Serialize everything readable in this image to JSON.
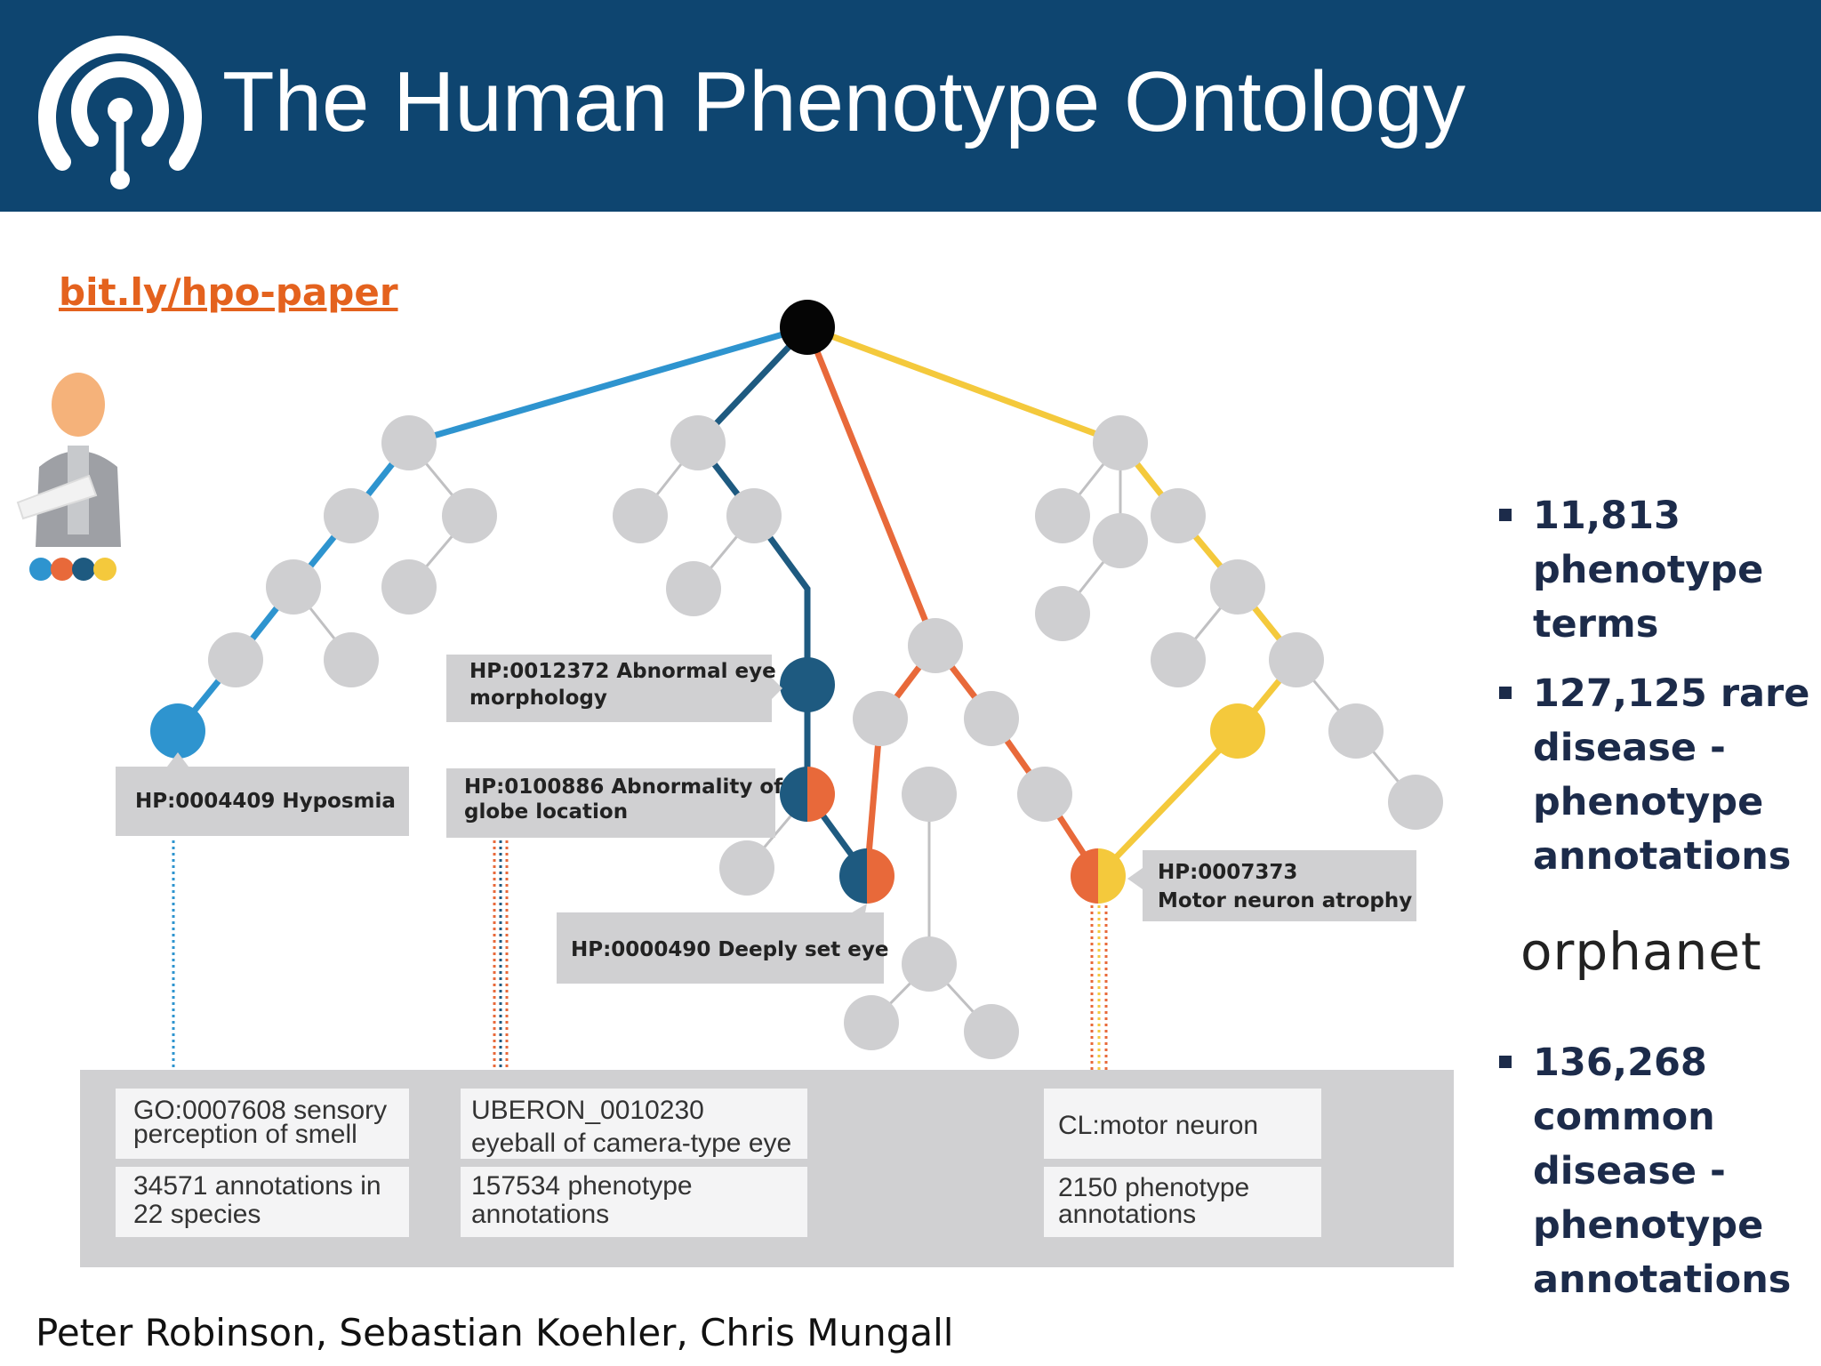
{
  "header": {
    "title": "The Human Phenotype Ontology"
  },
  "paper_link": "bit.ly/hpo-paper",
  "colors": {
    "header_bg": "#0e4570",
    "blue": "#2e94cf",
    "dark_blue": "#1e5a80",
    "orange": "#e8693a",
    "yellow": "#f4c93c",
    "node_gray": "#cfcfd1",
    "panel_gray": "#d0d0d2",
    "link_orange": "#e4621e"
  },
  "labels": {
    "hyposmia": "HP:0004409 Hyposmia",
    "abnormal_eye_1": "HP:0012372 Abnormal eye",
    "abnormal_eye_2": "morphology",
    "globe_1": "HP:0100886 Abnormality of",
    "globe_2": "globe location",
    "deeply_set": "HP:0000490 Deeply set eye",
    "motor_1": "HP:0007373",
    "motor_2": "Motor neuron atrophy"
  },
  "annotations": {
    "go_1": "GO:0007608 sensory",
    "go_2": "perception of smell",
    "go_count_1": "34571 annotations in",
    "go_count_2": "22 species",
    "uberon_1": "UBERON_0010230",
    "uberon_2": "eyeball of camera-type eye",
    "uberon_count_1": "157534 phenotype",
    "uberon_count_2": "annotations",
    "cl_1": "CL:motor neuron",
    "cl_count_1": "2150 phenotype",
    "cl_count_2": "annotations"
  },
  "stats": {
    "stat1": [
      "11,813",
      "phenotype",
      "terms"
    ],
    "stat2": [
      "127,125 rare",
      "disease -",
      "phenotype",
      "annotations"
    ],
    "stat3": [
      "136,268",
      "common",
      "disease -",
      "phenotype",
      "annotations"
    ]
  },
  "orphanet": "orphanet",
  "authors": "Peter Robinson, Sebastian Koehler, Chris Mungall"
}
